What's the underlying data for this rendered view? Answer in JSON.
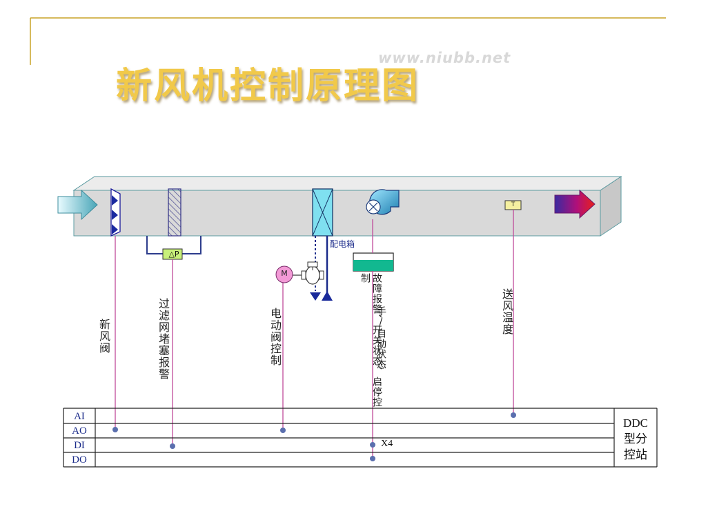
{
  "title": "新风机控制原理图",
  "watermark": "www.niubb.net",
  "labels": {
    "fresh_damper": "新风阀",
    "filter_alarm": "过滤网堵塞报警",
    "valve_control": "电动阀控制",
    "fault_col1": "故障报警、开关状态、启停控制",
    "fault_col2": "手/自动状态",
    "supply_temp": "送风温度",
    "power_box": "配电箱"
  },
  "icons": {
    "pressure_switch": "△P",
    "motor": "M",
    "temp_sensor": "T"
  },
  "io_rows": [
    "AI",
    "AO",
    "DI",
    "DO"
  ],
  "ddc": {
    "line1": "DDC",
    "line2": "型分",
    "line3": "控站"
  },
  "multiplier": "X4",
  "colors": {
    "title": "#f1c94a",
    "duct": "#d9d9d9",
    "signal_line": "#c04a9a",
    "dot": "#5b6fae",
    "row_text": "#1b2c8a"
  }
}
